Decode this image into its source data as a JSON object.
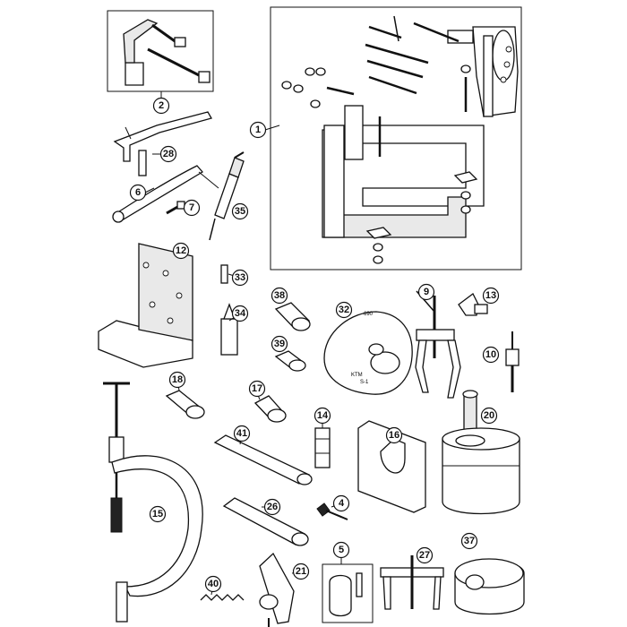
{
  "callouts": [
    {
      "label": "1"
    },
    {
      "label": "2"
    },
    {
      "label": "28"
    },
    {
      "label": "6"
    },
    {
      "label": "7"
    },
    {
      "label": "35"
    },
    {
      "label": "12"
    },
    {
      "label": "33"
    },
    {
      "label": "34"
    },
    {
      "label": "38"
    },
    {
      "label": "39"
    },
    {
      "label": "32"
    },
    {
      "label": "9"
    },
    {
      "label": "13"
    },
    {
      "label": "10"
    },
    {
      "label": "18"
    },
    {
      "label": "17"
    },
    {
      "label": "14"
    },
    {
      "label": "20"
    },
    {
      "label": "41"
    },
    {
      "label": "16"
    },
    {
      "label": "15"
    },
    {
      "label": "26"
    },
    {
      "label": "4"
    },
    {
      "label": "5"
    },
    {
      "label": "27"
    },
    {
      "label": "37"
    },
    {
      "label": "40"
    },
    {
      "label": "21"
    }
  ],
  "plate_text": [
    "KTM",
    "690",
    "S-1"
  ]
}
